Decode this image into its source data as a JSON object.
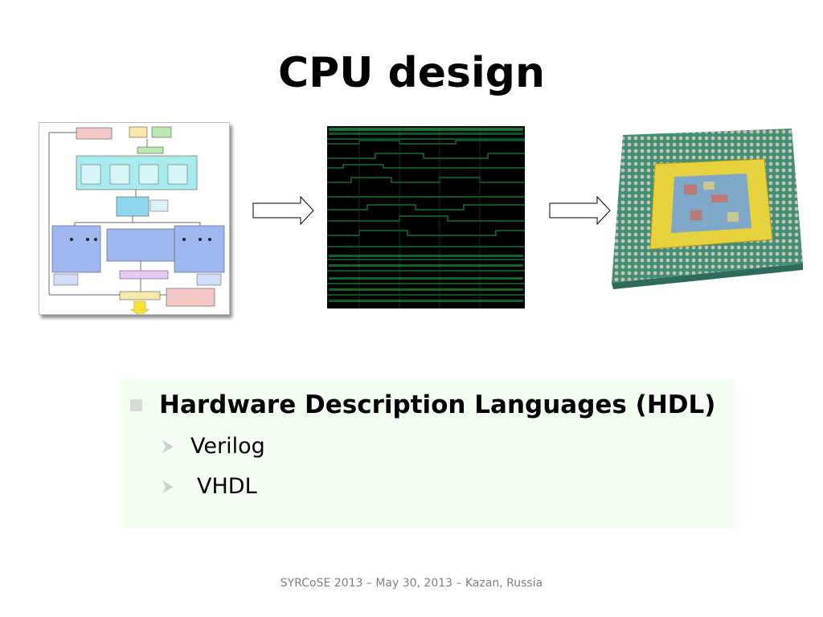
{
  "slide": {
    "title": "CPU design",
    "bullet": {
      "text": "Hardware Description Languages (HDL)",
      "subitems": [
        "Verilog",
        " VHDL"
      ]
    },
    "footer": "SYRCoSE 2013 – May 30, 2013 – Kazan, Russia"
  },
  "figures": [
    {
      "name": "architecture-block-diagram",
      "icon": "block-diagram-image"
    },
    {
      "name": "waveform-simulation",
      "icon": "waveform-image"
    },
    {
      "name": "processor-chip",
      "icon": "cpu-chip-image"
    }
  ],
  "colors": {
    "content_background": "#f3fff1",
    "bullet_square": "#d9d9d9",
    "sub_arrow": "#d0d0d0",
    "footer_text": "#7f7f7f",
    "waveform_background": "#000000",
    "waveform_trace": "#1fa64a",
    "chip_body": "#3f8f7a",
    "chip_die": "#e6d23c"
  }
}
